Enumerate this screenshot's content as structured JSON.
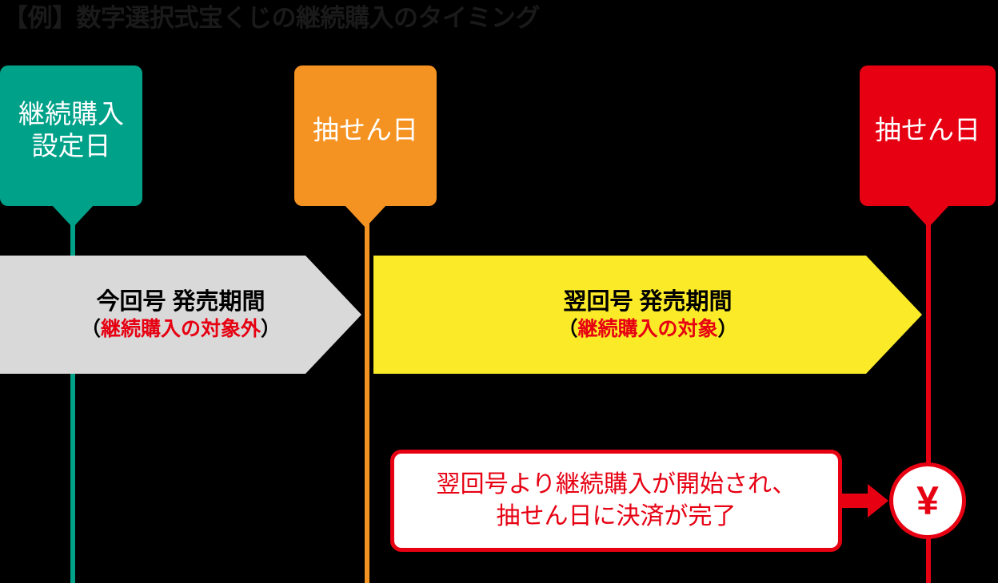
{
  "page": {
    "title": "【例】数字選択式宝くじの継続購入のタイミング",
    "background_color": "#000000"
  },
  "colors": {
    "teal": "#00A189",
    "orange": "#F59322",
    "red": "#E60012",
    "yellow": "#FAEA28",
    "gray": "#D9D9D9",
    "white": "#FFFFFF",
    "black": "#000000"
  },
  "timeline": {
    "markers": [
      {
        "id": "setting-date",
        "color_key": "teal",
        "label_line1": "継続購入",
        "label_line2": "設定日",
        "rule_color": "#00A189"
      },
      {
        "id": "draw-date-current",
        "color_key": "orange",
        "label_line1": "抽せん日",
        "label_line2": "",
        "rule_color": "#F59322"
      },
      {
        "id": "draw-date-next",
        "color_key": "red",
        "label_line1": "抽せん日",
        "label_line2": "",
        "rule_color": "#E60012"
      }
    ]
  },
  "bands": [
    {
      "id": "current-issue",
      "color_key": "gray",
      "fill": "#D9D9D9",
      "heading": "今回号 発売期間",
      "sub_open": "（",
      "sub_highlight": "継続購入の対象外",
      "sub_close": "）",
      "highlight_color": "#E60012"
    },
    {
      "id": "next-issue",
      "color_key": "yellow",
      "fill": "#FAEA28",
      "heading": "翌回号 発売期間",
      "sub_open": "（",
      "sub_highlight": "継続購入の対象",
      "sub_close": "）",
      "highlight_color": "#E60012"
    }
  ],
  "note": {
    "line1": "翌回号より継続購入が開始され、",
    "line2": "抽せん日に決済が完了",
    "text_color": "#E60012",
    "border_color": "#E60012",
    "background": "#FFFFFF"
  },
  "payment_badge": {
    "symbol": "¥",
    "color": "#E60012",
    "background": "#FFFFFF"
  }
}
